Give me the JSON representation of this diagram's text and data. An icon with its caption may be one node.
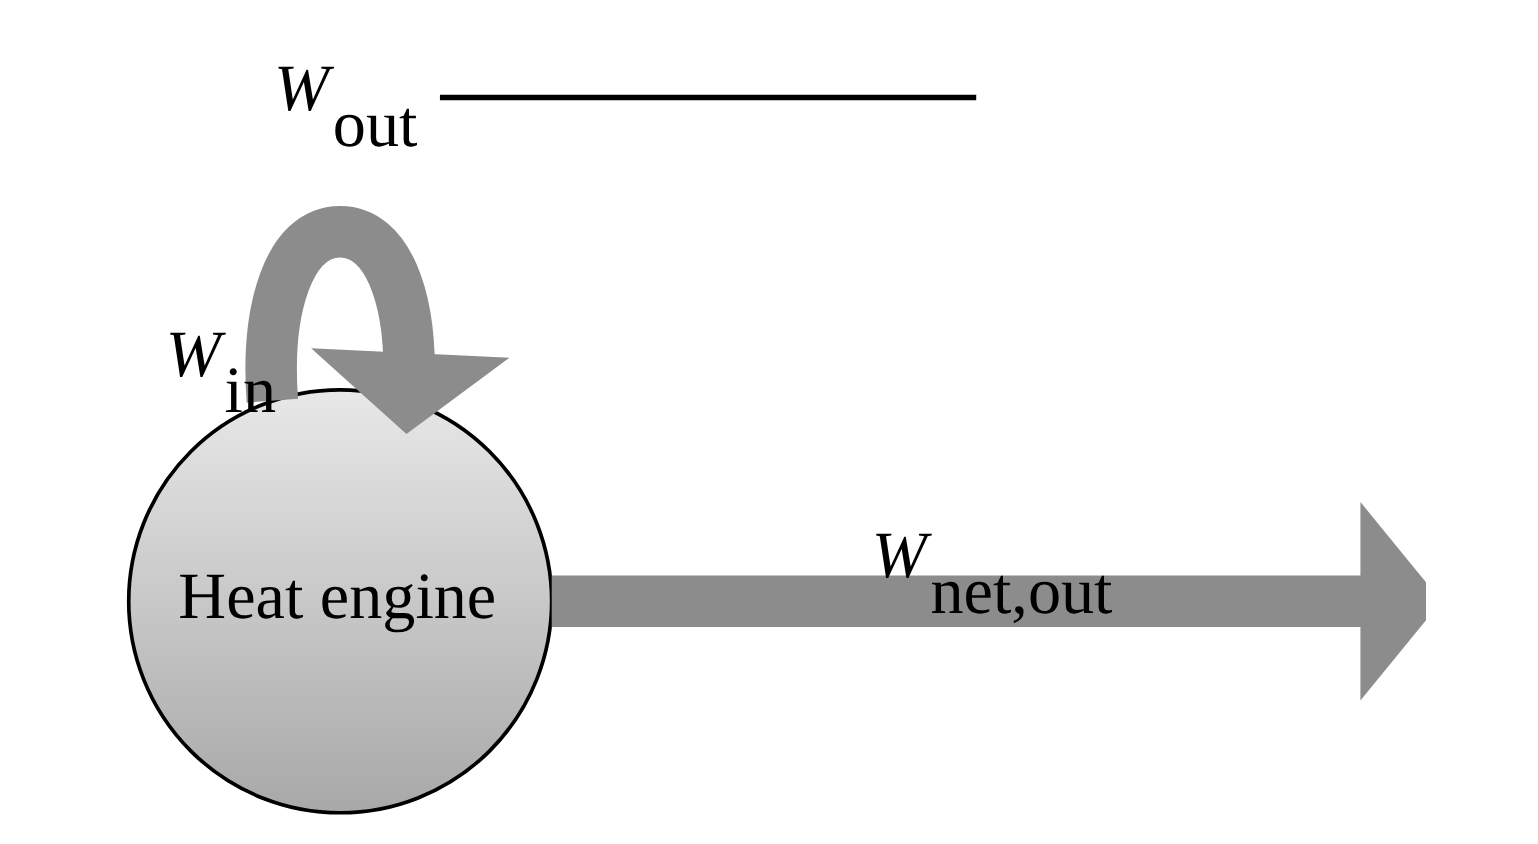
{
  "diagram": {
    "nodes": [
      {
        "text": [
          "Heat engine"
        ]
      },
      {
        "text": [
          "*W*$_{out}$"
        ]
      }
    ],
    "edges": [
      {
        "from": 0,
        "to": null,
        "arrow": "to",
        "label": "*W*$_{net,out}$"
      },
      {
        "from": 0,
        "to": 0,
        "arrow": "to",
        "label": "*W*$_{in}$"
      },
      {
        "from": 1,
        "to": null,
        "arrow": "none",
        "color": "#000000"
      }
    ]
  }
}
